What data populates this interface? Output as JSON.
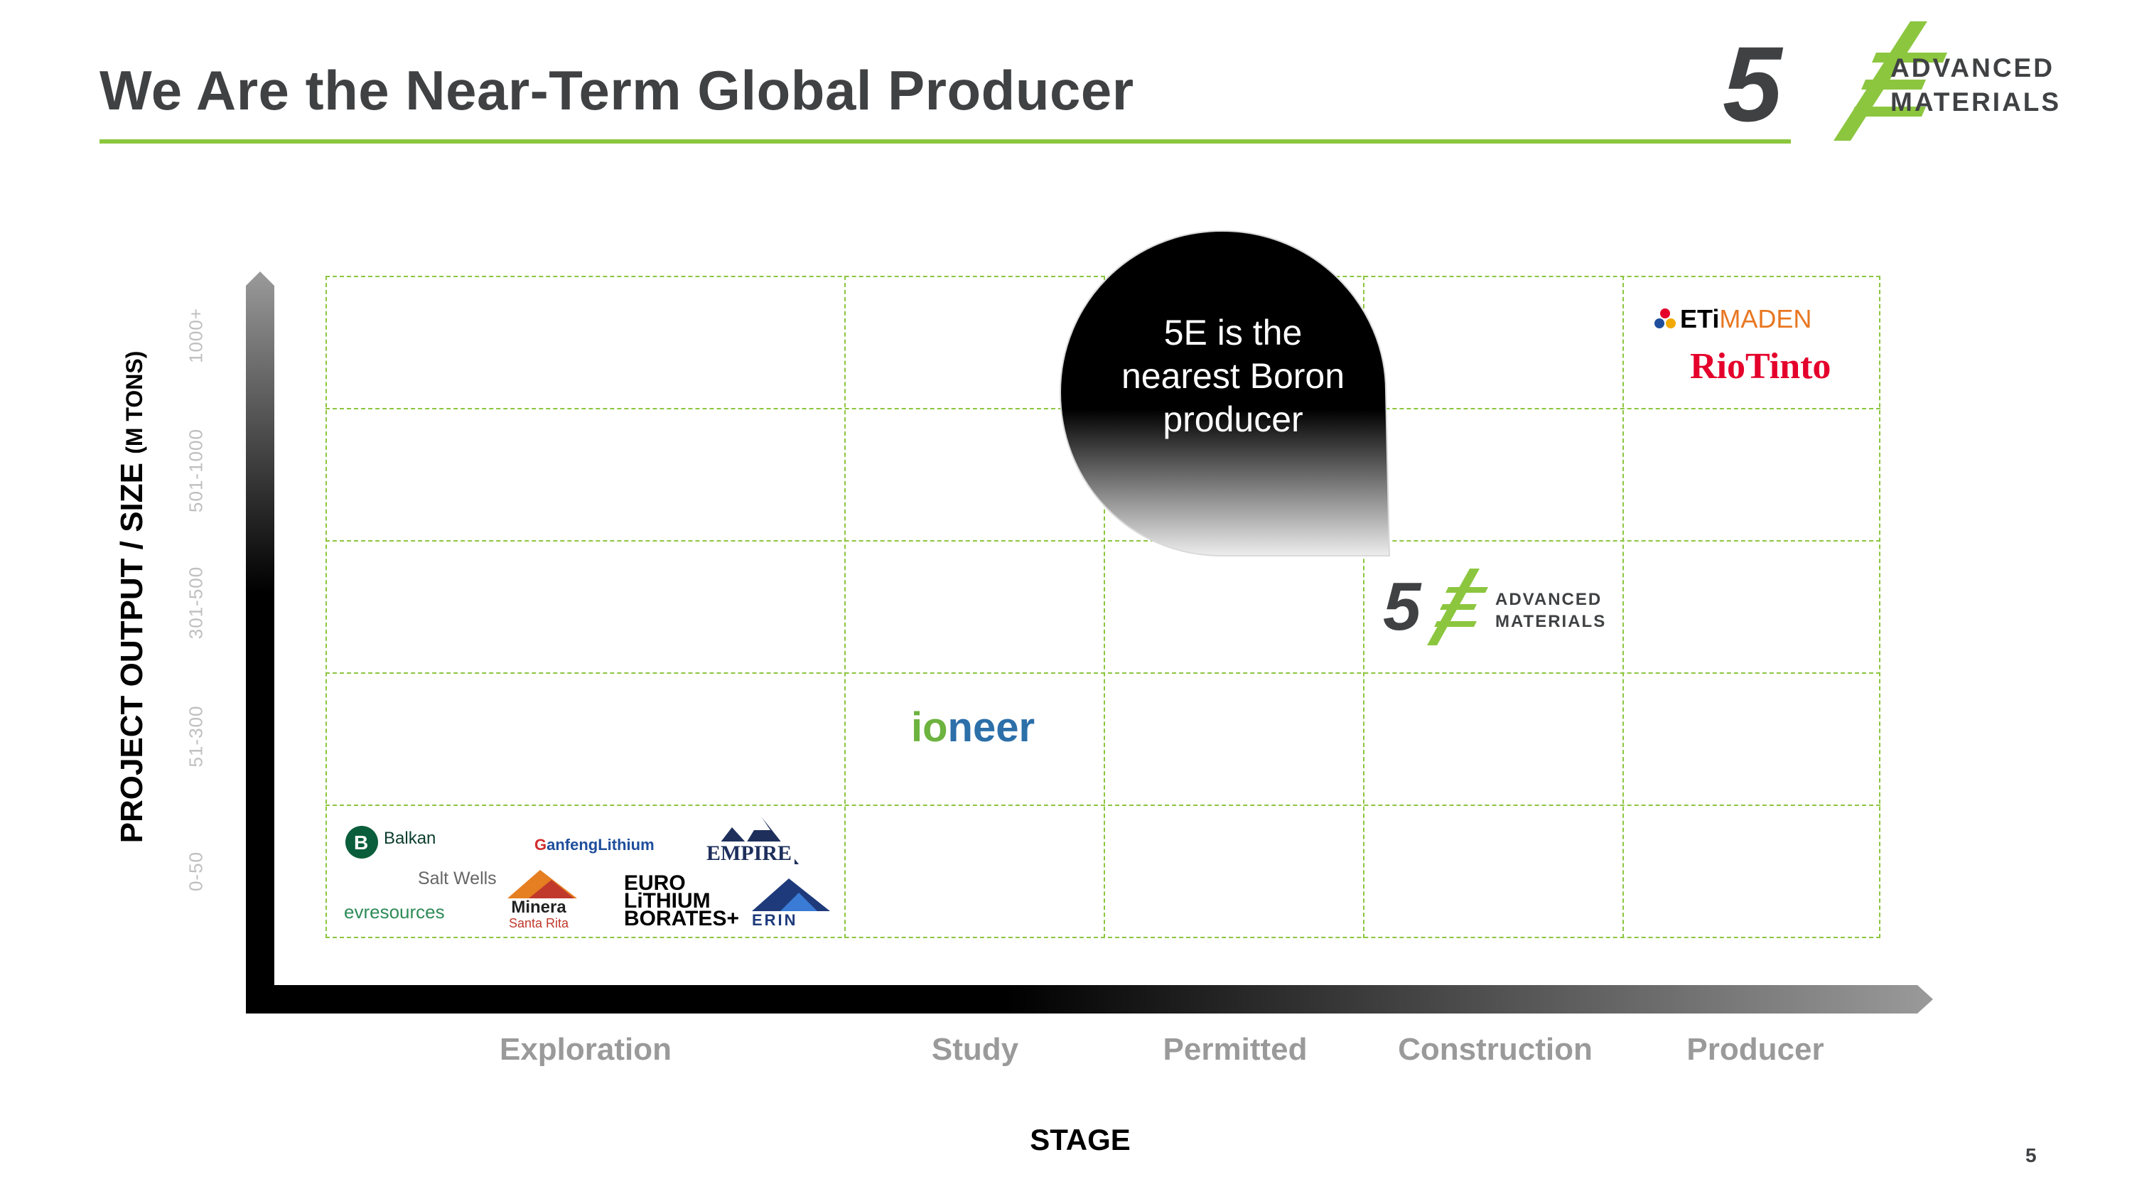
{
  "slide": {
    "title": "We Are the Near-Term Global Producer",
    "page_number": "5"
  },
  "logo": {
    "line1": "ADVANCED",
    "line2": "MATERIALS"
  },
  "axes": {
    "y_label_main": "PROJECT OUTPUT / SIZE",
    "y_label_unit": "(M TONS)",
    "x_label": "STAGE",
    "y_ticks": [
      "0-50",
      "51-300",
      "301-500",
      "501-1000",
      "1000+"
    ],
    "stages": [
      "Exploration",
      "Study",
      "Permitted",
      "Construction",
      "Producer"
    ]
  },
  "callout": {
    "line1": "5E is the",
    "line2": "nearest Boron",
    "line3": "producer"
  },
  "companies": {
    "etimaden_a": "ETi",
    "etimaden_b": "MADEN",
    "riotinto": "RioTinto",
    "ioneer_a": "io",
    "ioneer_b": "neer",
    "fivee_line1": "ADVANCED",
    "fivee_line2": "MATERIALS",
    "balkan": "Balkan",
    "salt_wells": "Salt Wells",
    "evresources": "evresources",
    "ganfeng_a": "G",
    "ganfeng_b": "anfengLithium",
    "empire": "EMPIRE",
    "minera": "Minera",
    "minera_sub": "Santa Rita",
    "euro_line1": "EURO",
    "euro_line2": "LiTHIUM",
    "euro_line3": "BORATES+",
    "erin": "ERIN"
  },
  "colors": {
    "accent_green": "#8cc63f",
    "title_gray": "#3f4143",
    "stage_gray": "#9a9a9a"
  }
}
